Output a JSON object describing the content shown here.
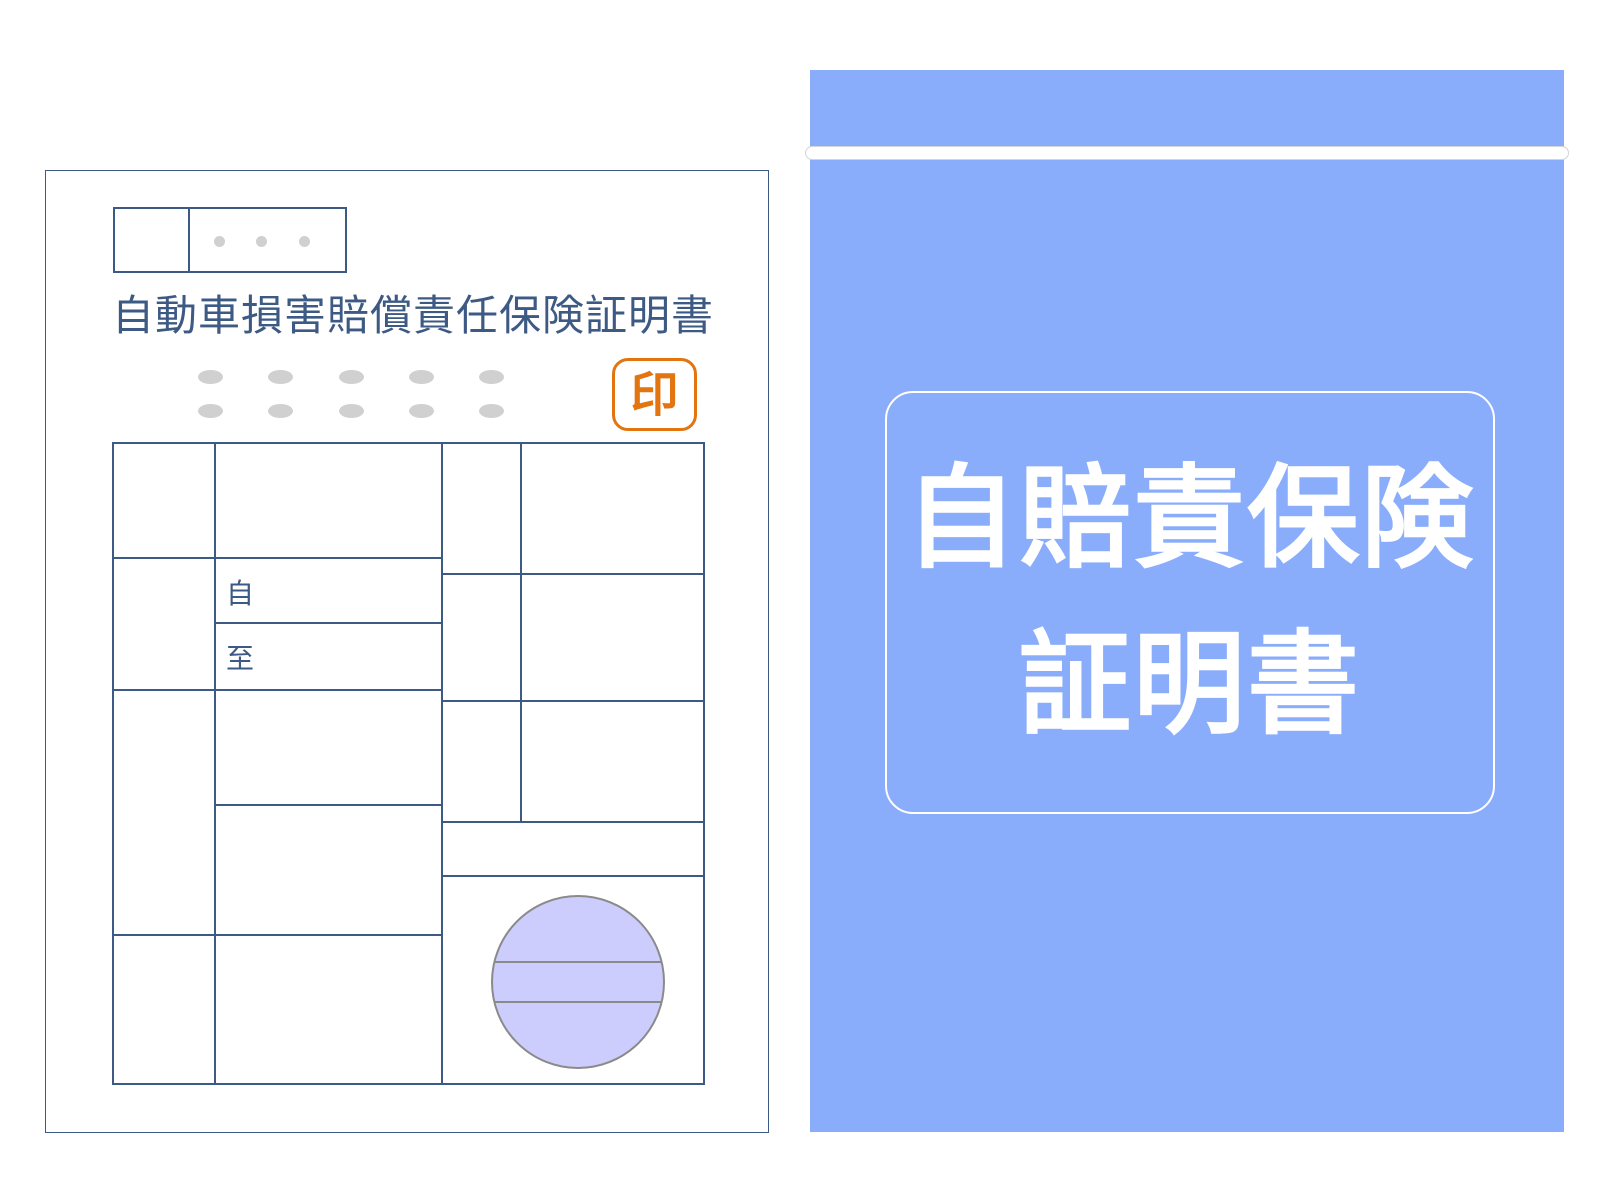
{
  "certificate": {
    "title": "自動車損害賠償責任保険証明書",
    "seal_text": "印",
    "period_from": "自",
    "period_to": "至"
  },
  "envelope": {
    "label_line1": "自賠責保険",
    "label_line2": "証明書"
  },
  "colors": {
    "line": "#3d5a84",
    "seal": "#e37511",
    "envelope": "#8aadfb",
    "sticker": "#cdcdfd",
    "placeholder_dot": "#d0d0d0"
  }
}
